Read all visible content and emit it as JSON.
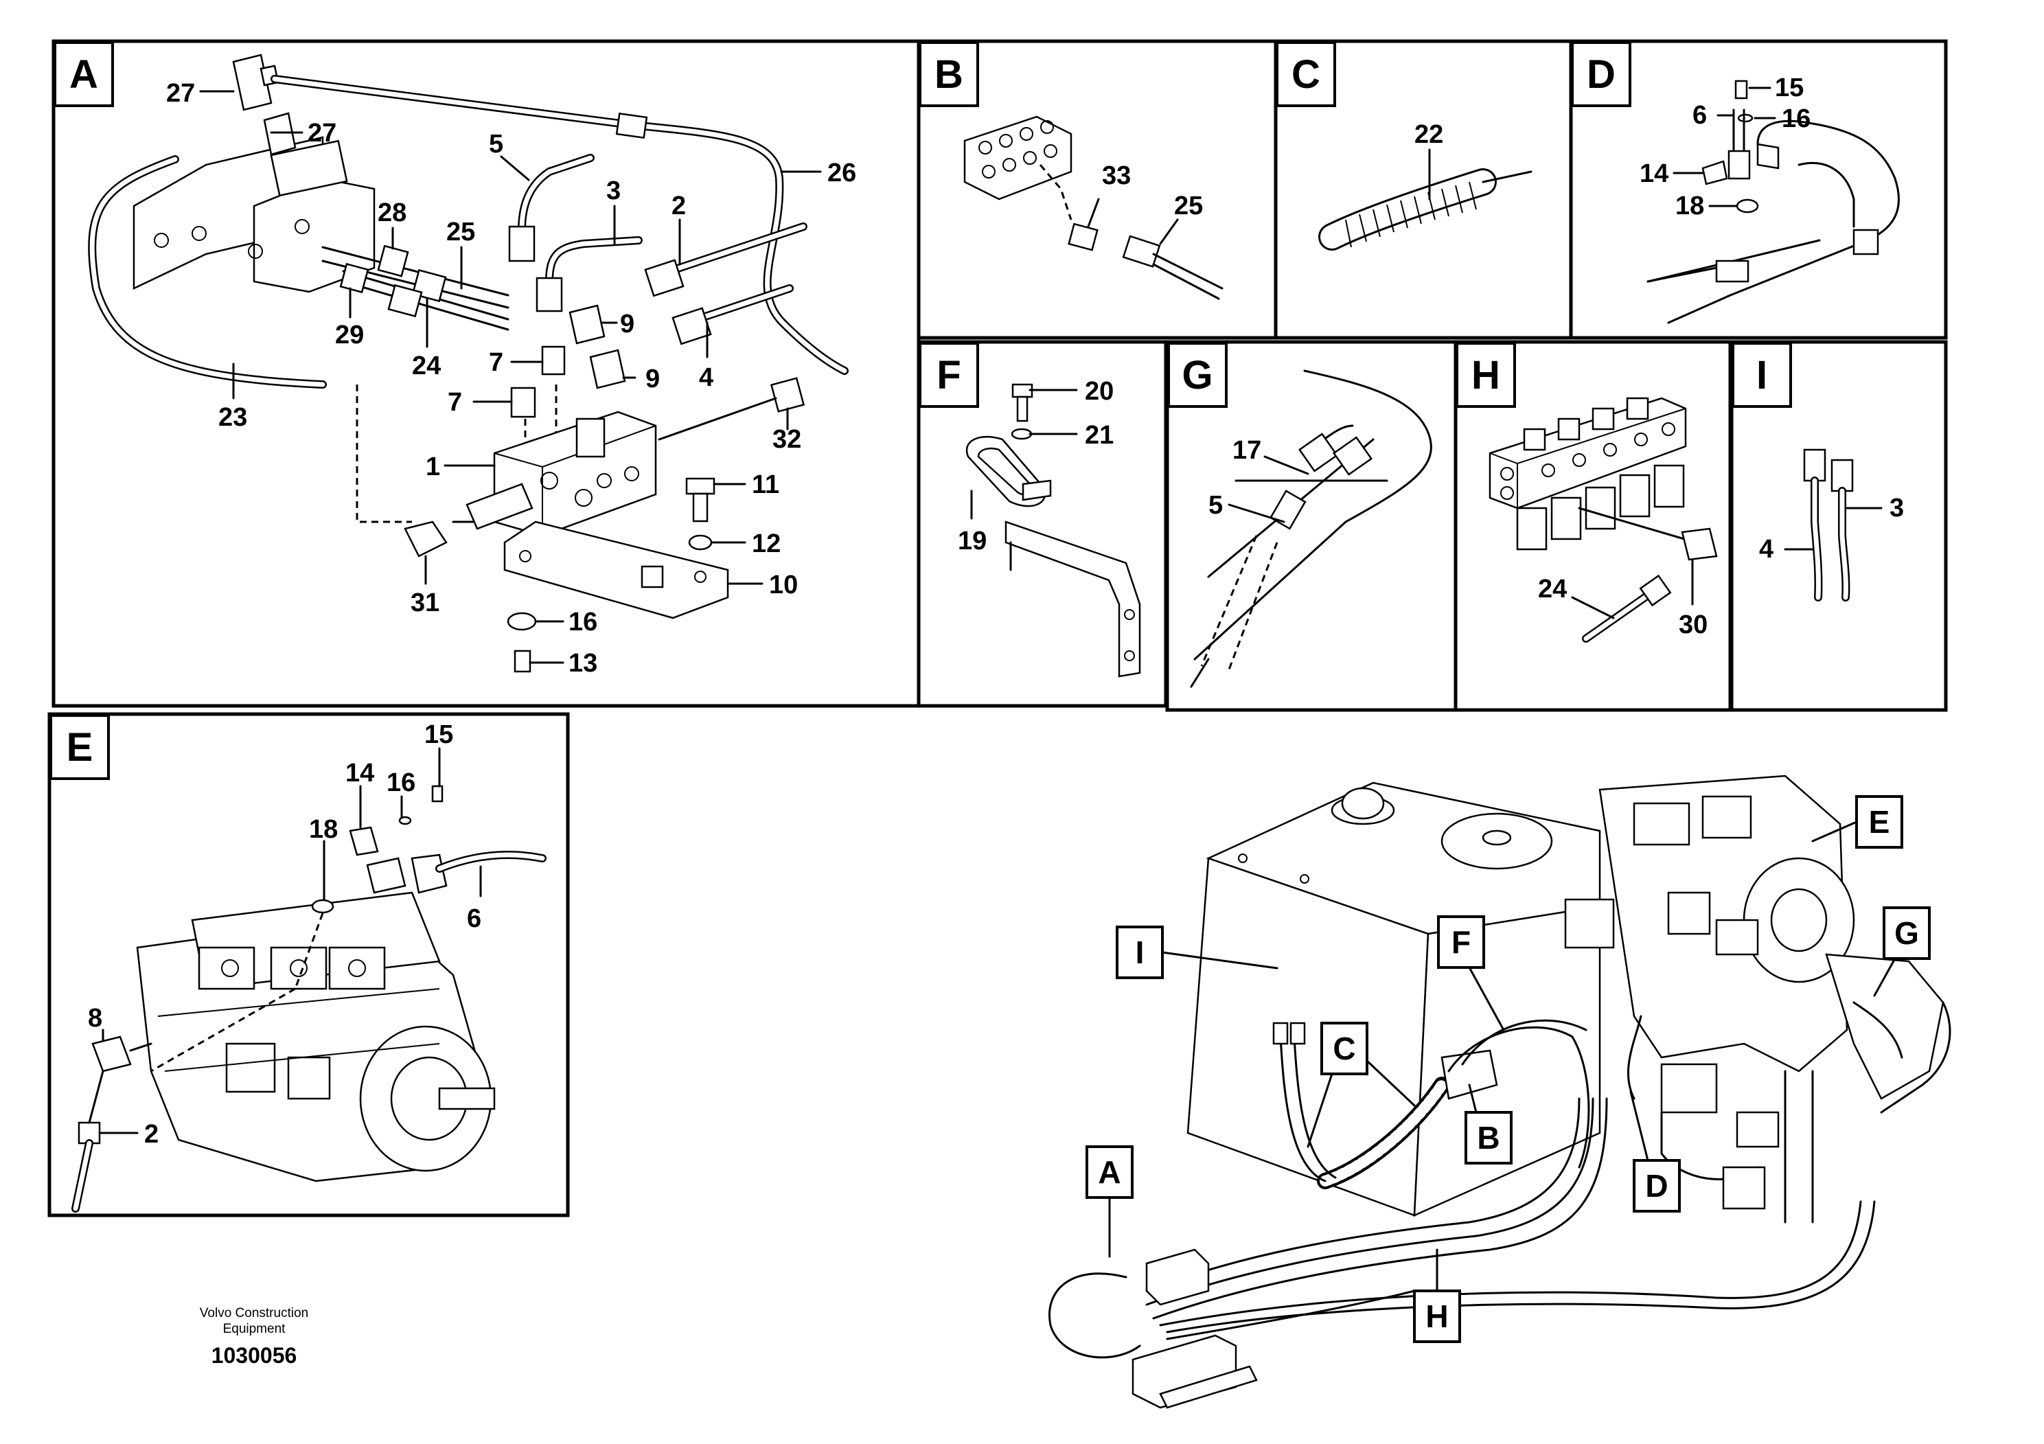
{
  "panels": {
    "A": "A",
    "B": "B",
    "C": "C",
    "D": "D",
    "E": "E",
    "F": "F",
    "G": "G",
    "H": "H",
    "I": "I"
  },
  "callouts": {
    "A": "A",
    "B": "B",
    "C": "C",
    "D": "D",
    "E": "E",
    "F": "F",
    "G": "G",
    "H": "H",
    "I": "I"
  },
  "parts": {
    "A": {
      "p27a": "27",
      "p27b": "27",
      "p28": "28",
      "p25": "25",
      "p5": "5",
      "p3": "3",
      "p2": "2",
      "p26": "26",
      "p29": "29",
      "p24": "24",
      "p9a": "9",
      "p9b": "9",
      "p7a": "7",
      "p7b": "7",
      "p4": "4",
      "p23": "23",
      "p32": "32",
      "p1": "1",
      "p11": "11",
      "p12": "12",
      "p10": "10",
      "p31": "31",
      "p16": "16",
      "p13": "13"
    },
    "B": {
      "p33": "33",
      "p25": "25"
    },
    "C": {
      "p22": "22"
    },
    "D": {
      "p15": "15",
      "p6": "6",
      "p16": "16",
      "p14": "14",
      "p18": "18"
    },
    "E": {
      "p15": "15",
      "p14": "14",
      "p16": "16",
      "p18": "18",
      "p6": "6",
      "p8": "8",
      "p2": "2"
    },
    "F": {
      "p20": "20",
      "p21": "21",
      "p19": "19"
    },
    "G": {
      "p17": "17",
      "p5": "5"
    },
    "H": {
      "p24": "24",
      "p30": "30"
    },
    "I": {
      "p3": "3",
      "p4": "4"
    }
  },
  "footer": {
    "company_line1": "Volvo Construction",
    "company_line2": "Equipment",
    "doc_number": "1030056"
  }
}
